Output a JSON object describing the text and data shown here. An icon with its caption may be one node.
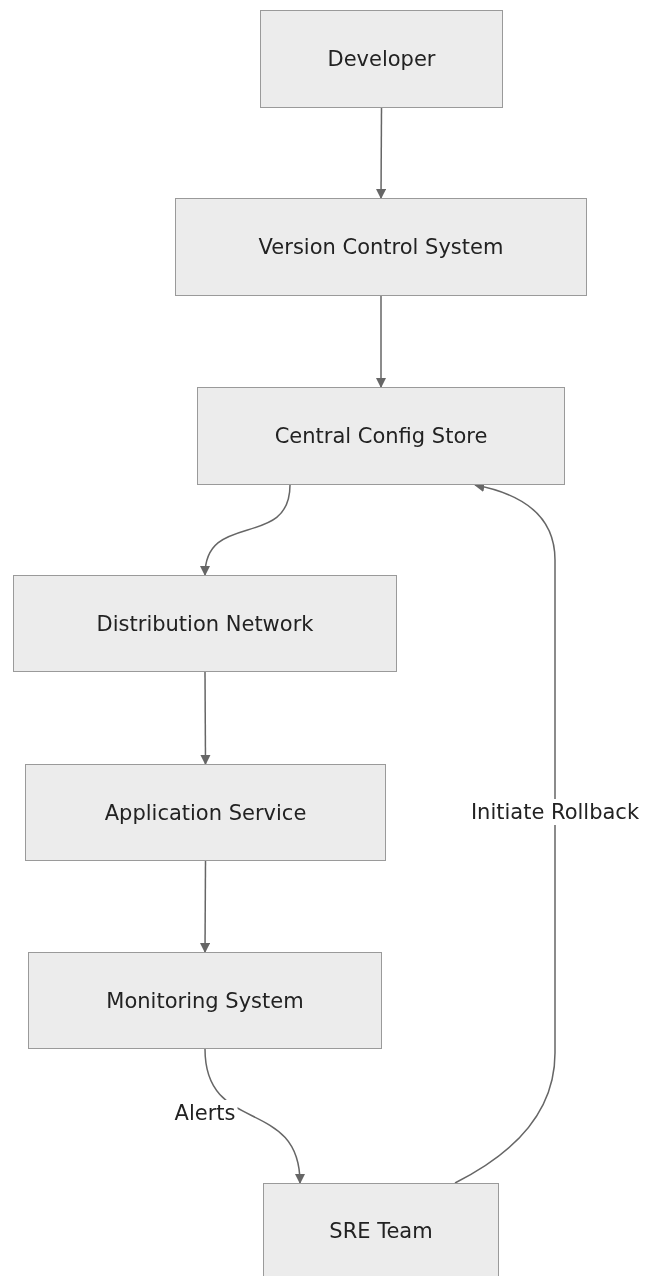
{
  "diagram": {
    "nodes": [
      {
        "text": [
          "Developer"
        ]
      },
      {
        "text": [
          "Version Control System"
        ]
      },
      {
        "text": [
          "Central Config Store"
        ]
      },
      {
        "text": [
          "Distribution Network"
        ]
      },
      {
        "text": [
          "Application Service"
        ]
      },
      {
        "text": [
          "Monitoring System"
        ]
      },
      {
        "text": [
          "SRE Team"
        ]
      }
    ],
    "edges": [
      {
        "from": 0,
        "to": 1,
        "arrow": "to"
      },
      {
        "from": 1,
        "to": 2,
        "arrow": "to"
      },
      {
        "from": 2,
        "to": 3,
        "arrow": "to"
      },
      {
        "from": 3,
        "to": 4,
        "arrow": "to"
      },
      {
        "from": 4,
        "to": 5,
        "arrow": "to"
      },
      {
        "from": 5,
        "to": 6,
        "arrow": "to",
        "label": "Alerts"
      },
      {
        "from": 6,
        "to": 2,
        "arrow": "to",
        "label": "Initiate Rollback"
      }
    ]
  }
}
